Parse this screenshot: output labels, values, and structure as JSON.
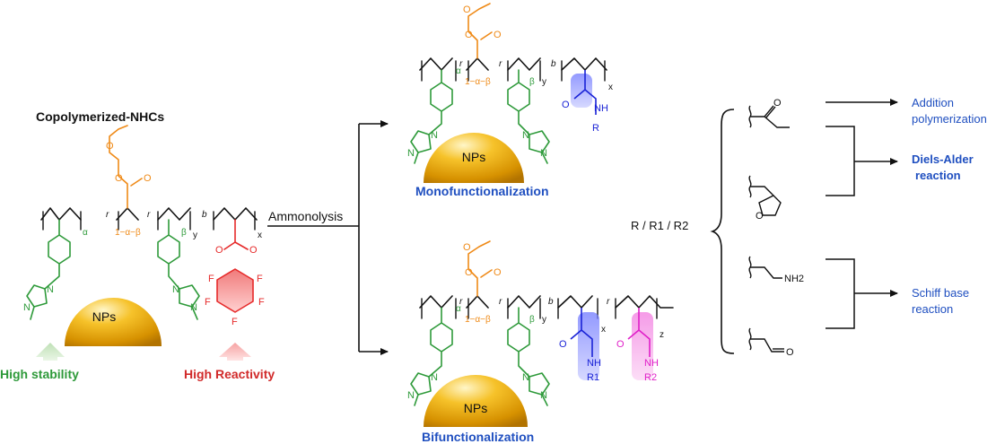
{
  "title": "Copolymerized-NHCs",
  "reaction_label": "Ammonolysis",
  "np_label": "NPs",
  "stability_label": "High stability",
  "reactivity_label": "High Reactivity",
  "mono_label": "Monofunctionalization",
  "bi_label": "Bifunctionalization",
  "r_groups_label": "R / R1 / R2",
  "addition_label": [
    "Addition",
    "polymerization"
  ],
  "diels_alder_label": [
    "Diels-Alder",
    "reaction"
  ],
  "schiff_label": [
    "Schiff base",
    "reaction"
  ],
  "atoms": {
    "nitrogen": "N",
    "oxygen": "O",
    "fluorine": "F",
    "amide_nh": "NH",
    "amine": "NH2",
    "r": "R",
    "r1": "R1",
    "r2": "R2"
  },
  "chain_marks": {
    "alpha": "α",
    "beta": "β",
    "r": "r",
    "b": "b",
    "x": "x",
    "y": "y",
    "z": "z",
    "one_minus": "1−α−β"
  },
  "colors": {
    "green": "#2e9a3a",
    "orange": "#ef8a17",
    "red": "#e62b2b",
    "blue": "#1a23d6",
    "magenta": "#e020c8",
    "label_blue": "#1f4fc0",
    "label_red": "#d12a2a",
    "np_gold": "#f0b400"
  }
}
